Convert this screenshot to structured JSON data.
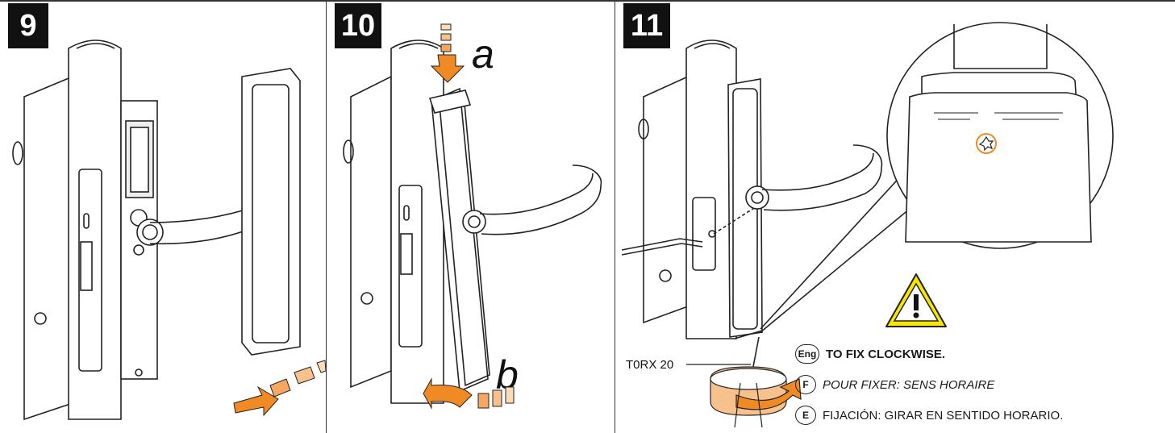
{
  "steps": {
    "s9": "9",
    "s10": "10",
    "s11": "11"
  },
  "labels": {
    "a": "a",
    "b": "b",
    "torx": "T0RX 20"
  },
  "instructions": {
    "en_badge": "Eng",
    "en_text": "TO FIX CLOCKWISE.",
    "fr_badge": "F",
    "fr_text": "POUR FIXER: SENS HORAIRE",
    "es_badge": "E",
    "es_text": "FIJACIÓN: GIRAR EN SENTIDO HORARIO."
  },
  "colors": {
    "accent_orange": "#f08a24",
    "light_orange": "#f6c18c",
    "warning_yellow": "#f7e600",
    "line": "#222222"
  },
  "icons": [
    "warning-triangle-icon",
    "arrow-icon",
    "torx-screw-icon"
  ]
}
